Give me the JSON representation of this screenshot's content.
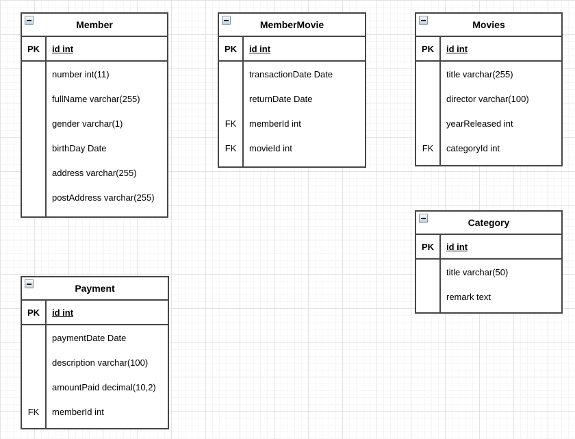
{
  "app": {
    "name": "er-diagram-canvas"
  },
  "colors": {
    "background": "#ffffff",
    "table_border": "#454545",
    "grid_major": "#e3e3e3",
    "grid_minor": "#f6f6f6",
    "text": "#000000",
    "collapse_icon_border": "#7e96ab"
  },
  "ui": {
    "collapse_glyph": "minus"
  },
  "tables": [
    {
      "id": "member",
      "name": "Member",
      "pk": {
        "key": "PK",
        "field": "id int"
      },
      "rows": [
        {
          "key": "",
          "field": "number int(11)"
        },
        {
          "key": "",
          "field": "fullName varchar(255)"
        },
        {
          "key": "",
          "field": "gender varchar(1)"
        },
        {
          "key": "",
          "field": "birthDay Date"
        },
        {
          "key": "",
          "field": "address varchar(255)"
        },
        {
          "key": "",
          "field": "postAddress varchar(255)"
        }
      ]
    },
    {
      "id": "membermovie",
      "name": "MemberMovie",
      "pk": {
        "key": "PK",
        "field": "id int"
      },
      "rows": [
        {
          "key": "",
          "field": "transactionDate Date"
        },
        {
          "key": "",
          "field": "returnDate Date"
        },
        {
          "key": "FK",
          "field": "memberId int"
        },
        {
          "key": "FK",
          "field": "movieId int"
        }
      ]
    },
    {
      "id": "movies",
      "name": "Movies",
      "pk": {
        "key": "PK",
        "field": "id int"
      },
      "rows": [
        {
          "key": "",
          "field": "title varchar(255)"
        },
        {
          "key": "",
          "field": "director varchar(100)"
        },
        {
          "key": "",
          "field": "yearReleased int"
        },
        {
          "key": "FK",
          "field": "categoryId int"
        }
      ]
    },
    {
      "id": "category",
      "name": "Category",
      "pk": {
        "key": "PK",
        "field": "id int"
      },
      "rows": [
        {
          "key": "",
          "field": "title varchar(50)"
        },
        {
          "key": "",
          "field": "remark text"
        }
      ]
    },
    {
      "id": "payment",
      "name": "Payment",
      "pk": {
        "key": "PK",
        "field": "id int"
      },
      "rows": [
        {
          "key": "",
          "field": "paymentDate Date"
        },
        {
          "key": "",
          "field": "description varchar(100)"
        },
        {
          "key": "",
          "field": "amountPaid decimal(10,2)"
        },
        {
          "key": "FK",
          "field": "memberId int"
        }
      ]
    }
  ]
}
